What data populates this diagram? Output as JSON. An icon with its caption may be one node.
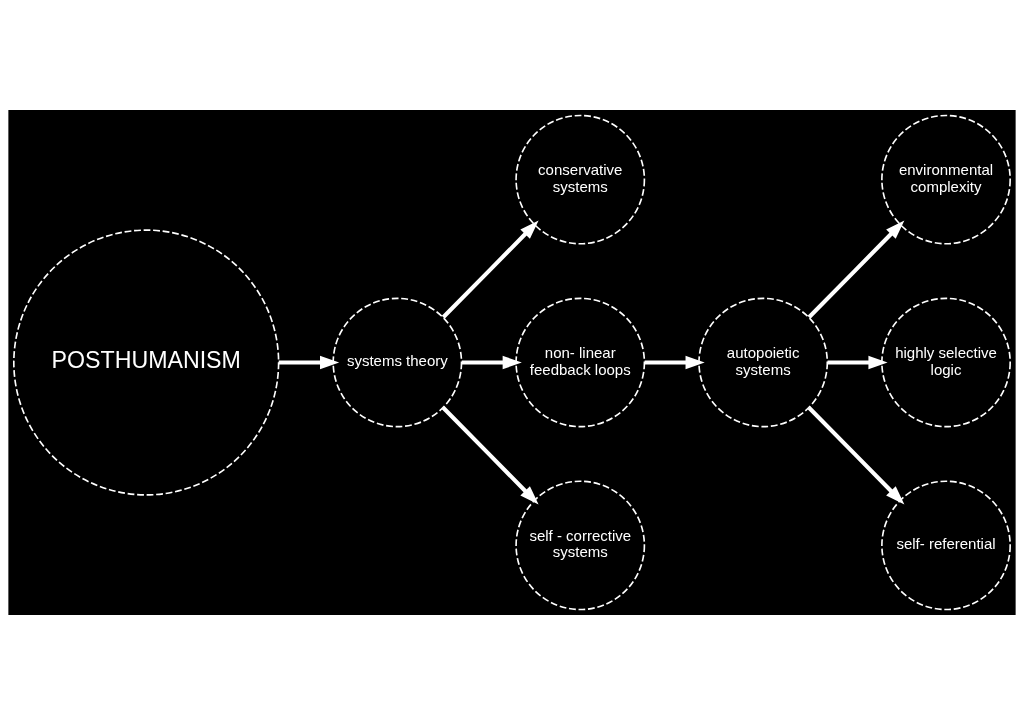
{
  "diagram": {
    "nodes": [
      {
        "text": [
          "POSTHUMANISM"
        ]
      },
      {
        "text": [
          "systems theory"
        ]
      },
      {
        "text": [
          "conservative systems"
        ]
      },
      {
        "text": [
          "non- linear feedback loops"
        ]
      },
      {
        "text": [
          "self - corrective systems"
        ]
      },
      {
        "text": [
          "autopoietic systems"
        ]
      },
      {
        "text": [
          "environmental complexity"
        ]
      },
      {
        "text": [
          "highly selective logic"
        ]
      },
      {
        "text": [
          "self- referential"
        ]
      }
    ],
    "edges": [
      {
        "from": 0,
        "to": 1,
        "arrow": "to"
      },
      {
        "from": 1,
        "to": 2,
        "arrow": "to"
      },
      {
        "from": 1,
        "to": 3,
        "arrow": "to"
      },
      {
        "from": 1,
        "to": 4,
        "arrow": "to"
      },
      {
        "from": 3,
        "to": 5,
        "arrow": "to"
      },
      {
        "from": 5,
        "to": 6,
        "arrow": "to"
      },
      {
        "from": 5,
        "to": 7,
        "arrow": "to"
      },
      {
        "from": 5,
        "to": 8,
        "arrow": "to"
      }
    ]
  }
}
